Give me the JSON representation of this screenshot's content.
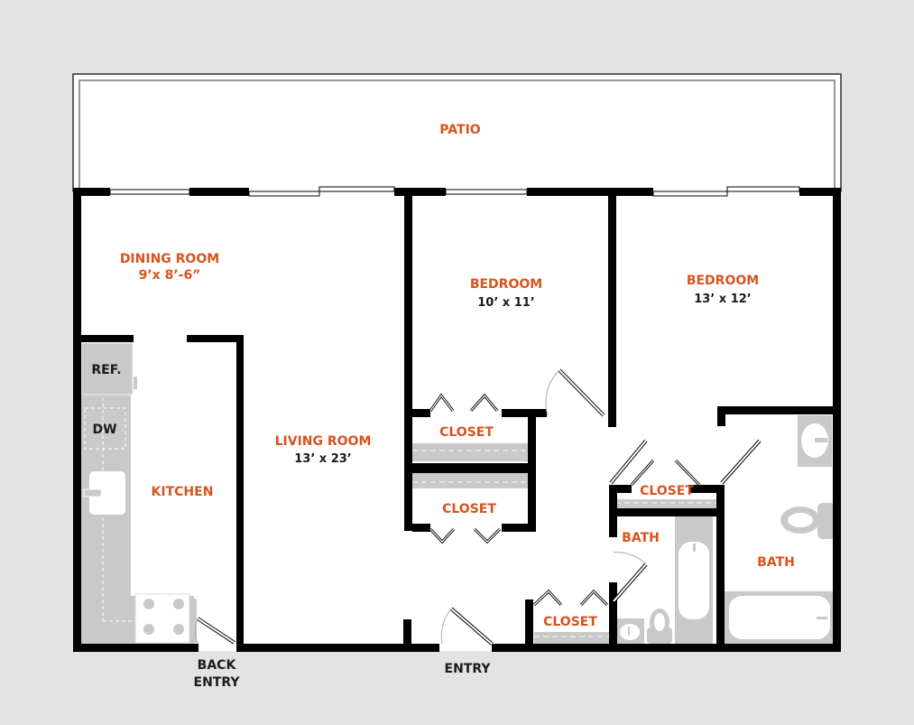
{
  "colors": {
    "background": "#e3e3e3",
    "floor": "#ffffff",
    "wall": "#000000",
    "fixture": "#c9c9c9",
    "room_label": "#d9531e",
    "text": "#1a1a1a"
  },
  "rooms": {
    "patio": {
      "name": "PATIO"
    },
    "dining": {
      "name": "DINING ROOM",
      "size": "9’x 8’-6”"
    },
    "living": {
      "name": "LIVING ROOM",
      "size": "13’ x  23’"
    },
    "bedroom1": {
      "name": "BEDROOM",
      "size": "10’ x 11’"
    },
    "bedroom2": {
      "name": "BEDROOM",
      "size": "13’ x 12’"
    },
    "kitchen": {
      "name": "KITCHEN"
    },
    "closet_bed1_upper": {
      "name": "CLOSET"
    },
    "closet_bed1_lower": {
      "name": "CLOSET"
    },
    "closet_hall": {
      "name": "CLOSET"
    },
    "closet_entry": {
      "name": "CLOSET"
    },
    "bath_hall": {
      "name": "BATH"
    },
    "bath_master": {
      "name": "BATH"
    }
  },
  "fixtures": {
    "refrigerator": "REF.",
    "dishwasher": "DW"
  },
  "entries": {
    "main": "ENTRY",
    "back_line1": "BACK",
    "back_line2": "ENTRY"
  }
}
